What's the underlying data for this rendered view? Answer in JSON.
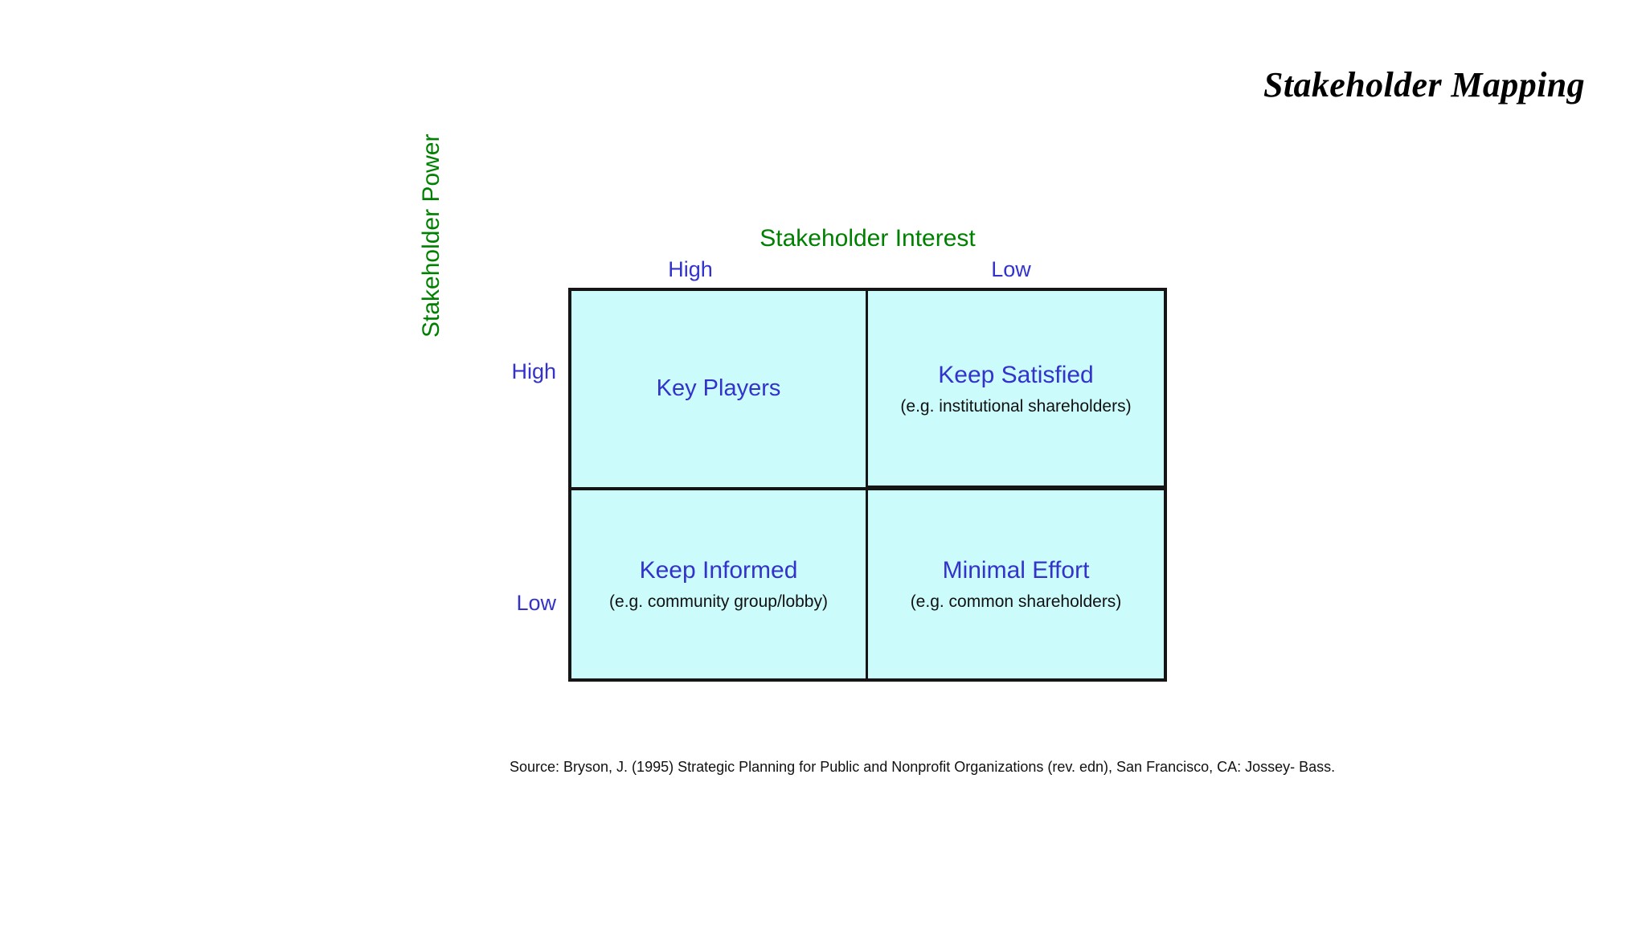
{
  "slide": {
    "title": "Stakeholder Mapping"
  },
  "matrix": {
    "x_axis": {
      "title": "Stakeholder Interest",
      "ticks": [
        "High",
        "Low"
      ]
    },
    "y_axis": {
      "title": "Stakeholder Power",
      "ticks": [
        "High",
        "Low"
      ]
    },
    "quadrants": [
      {
        "key": "key-players",
        "title": "Key Players",
        "note": ""
      },
      {
        "key": "keep-satisfied",
        "title": "Keep Satisfied",
        "note": "(e.g. institutional shareholders)"
      },
      {
        "key": "keep-informed",
        "title": "Keep Informed",
        "note": "(e.g. community group/lobby)"
      },
      {
        "key": "minimal-effort",
        "title": "Minimal Effort",
        "note": "(e.g. common shareholders)"
      }
    ]
  },
  "source": {
    "text": "Source:  Bryson, J. (1995) Strategic Planning for Public and Nonprofit Organizations (rev. edn), San Francisco, CA: Jossey- Bass."
  },
  "colors": {
    "quadrant_fill": "#ccfbfb",
    "quadrant_border": "#151515",
    "label_blue": "#3333cc",
    "axis_green": "#008000",
    "text_black": "#111111",
    "background": "#ffffff"
  },
  "chart_data": {
    "type": "table",
    "title": "Stakeholder Mapping",
    "xlabel": "Stakeholder Interest",
    "ylabel": "Stakeholder Power",
    "x_categories": [
      "High",
      "Low"
    ],
    "y_categories": [
      "High",
      "Low"
    ],
    "cells": [
      {
        "power": "High",
        "interest": "High",
        "label": "Key Players",
        "example": ""
      },
      {
        "power": "High",
        "interest": "Low",
        "label": "Keep Satisfied",
        "example": "(e.g. institutional shareholders)"
      },
      {
        "power": "Low",
        "interest": "High",
        "label": "Keep Informed",
        "example": "(e.g. community group/lobby)"
      },
      {
        "power": "Low",
        "interest": "Low",
        "label": "Minimal Effort",
        "example": "(e.g. common shareholders)"
      }
    ],
    "grid": true,
    "legend": "none"
  }
}
